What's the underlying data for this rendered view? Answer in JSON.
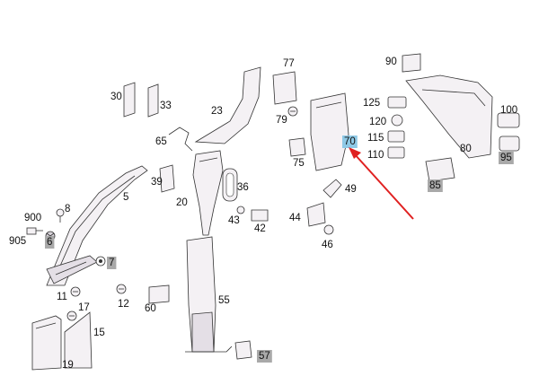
{
  "colors": {
    "highlight_primary": "#8ec9e6",
    "highlight_secondary": "#a9a9a9",
    "arrow": "#e02020"
  },
  "labels": {
    "p5": "5",
    "p6": "6",
    "p7": "7",
    "p8": "8",
    "p11": "11",
    "p12": "12",
    "p15": "15",
    "p17": "17",
    "p19": "19",
    "p20": "20",
    "p23": "23",
    "p30": "30",
    "p33": "33",
    "p36": "36",
    "p39": "39",
    "p42": "42",
    "p43": "43",
    "p44": "44",
    "p46": "46",
    "p49": "49",
    "p55": "55",
    "p57": "57",
    "p60": "60",
    "p65": "65",
    "p70": "70",
    "p75": "75",
    "p77": "77",
    "p79": "79",
    "p80": "80",
    "p85": "85",
    "p90": "90",
    "p95": "95",
    "p100": "100",
    "p110": "110",
    "p115": "115",
    "p120": "120",
    "p125": "125",
    "p900": "900",
    "p905": "905"
  },
  "highlighted_part": "70"
}
